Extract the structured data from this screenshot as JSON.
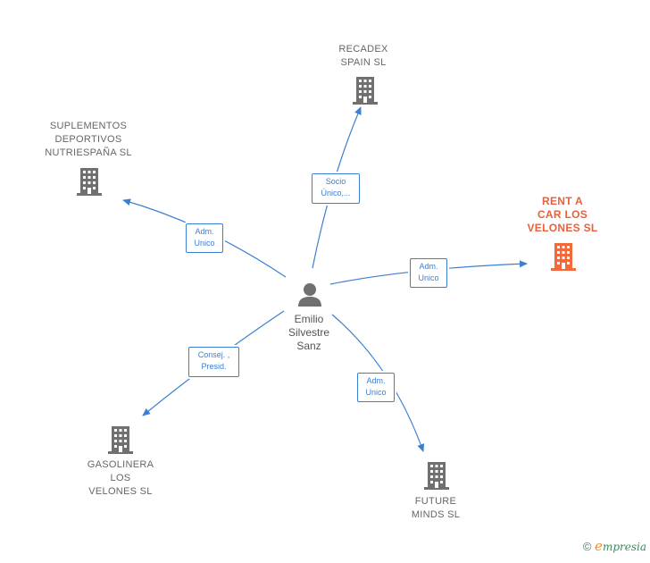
{
  "colors": {
    "edge": "#3c7fd1",
    "building": "#707070",
    "building_highlight": "#f26a3c",
    "person": "#707070",
    "brand_green": "#3a8a5c",
    "brand_orange": "#f08c2a"
  },
  "center": {
    "name": "Emilio\nSilvestre\nSanz",
    "icon": "person-icon"
  },
  "companies": [
    {
      "id": "recadex",
      "name": "RECADEX\nSPAIN SL",
      "icon": "building-icon",
      "highlight": false
    },
    {
      "id": "suplementos",
      "name": "SUPLEMENTOS\nDEPORTIVOS\nNUTRIESPAÑA SL",
      "icon": "building-icon",
      "highlight": false
    },
    {
      "id": "rentacar",
      "name": "RENT A\nCAR LOS\nVELONES SL",
      "icon": "building-icon",
      "highlight": true
    },
    {
      "id": "gasolinera",
      "name": "GASOLINERA\nLOS\nVELONES SL",
      "icon": "building-icon",
      "highlight": false
    },
    {
      "id": "future",
      "name": "FUTURE\nMINDS SL",
      "icon": "building-icon",
      "highlight": false
    }
  ],
  "edges": [
    {
      "to": "recadex",
      "label": "Socio\nÚnico,..."
    },
    {
      "to": "suplementos",
      "label": "Adm.\nUnico"
    },
    {
      "to": "rentacar",
      "label": "Adm.\nUnico"
    },
    {
      "to": "gasolinera",
      "label": "Consej. ,\nPresid."
    },
    {
      "to": "future",
      "label": "Adm.\nUnico"
    }
  ],
  "footer": {
    "copyright": "©",
    "brand_initial": "e",
    "brand_rest": "mpresia"
  }
}
